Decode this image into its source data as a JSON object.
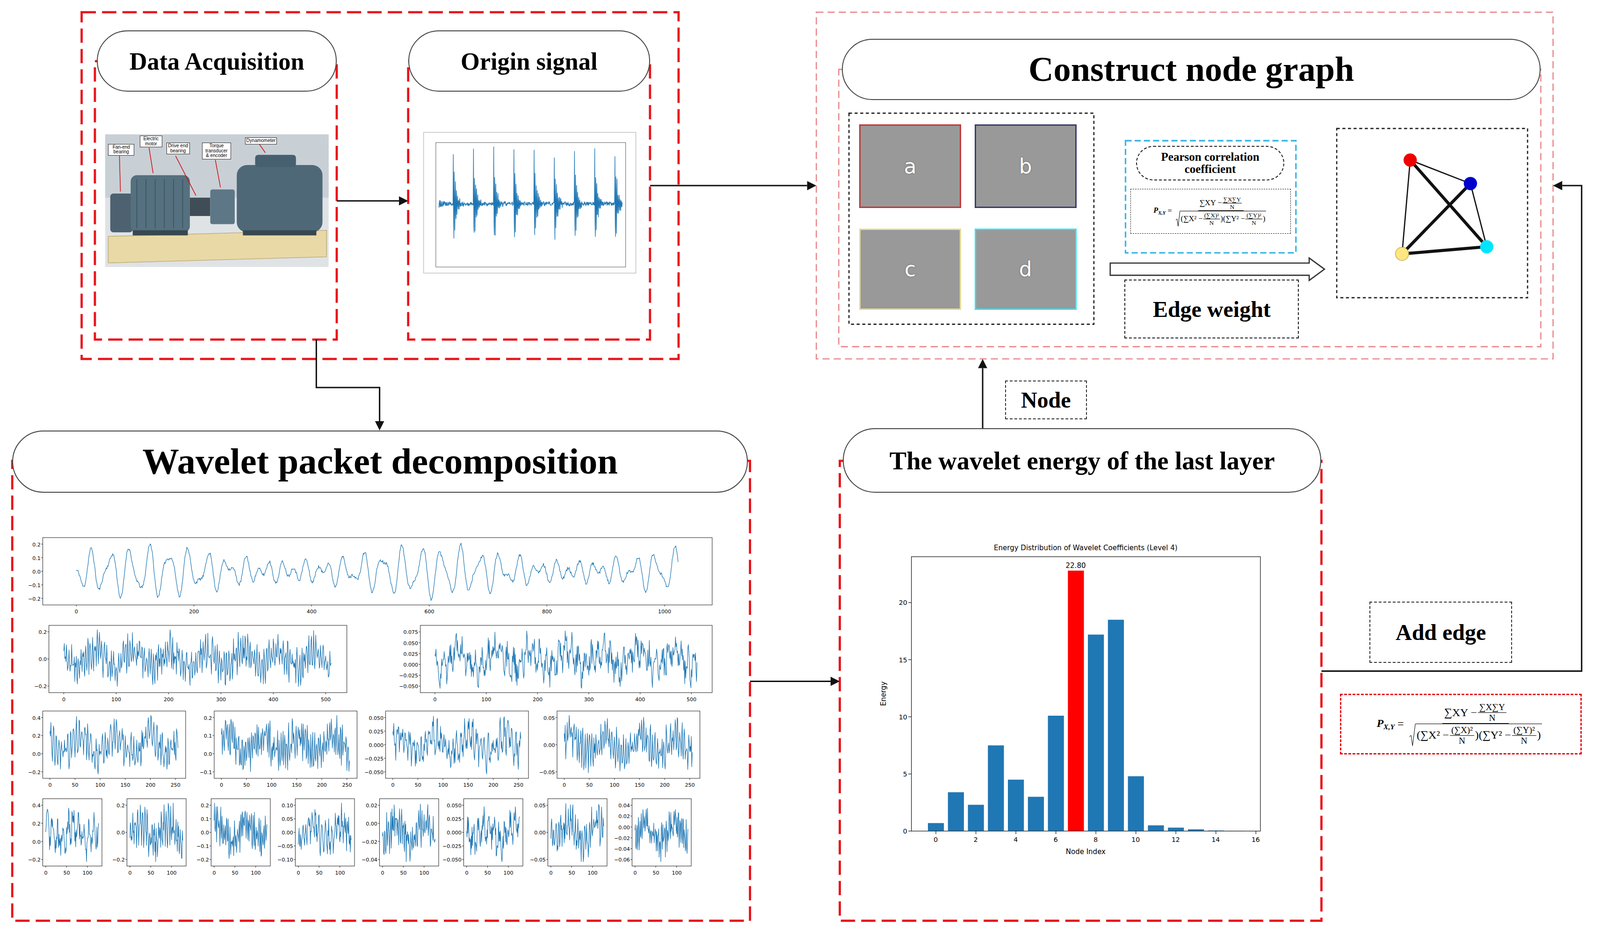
{
  "diagram": {
    "nodes": [
      {
        "text": [
          "Data Acquisition"
        ]
      },
      {
        "text": [
          "Origin signal"
        ]
      },
      {
        "text": [
          "Construct node graph"
        ]
      },
      {
        "text": [
          "a"
        ],
        "in": 2
      },
      {
        "text": [
          "b"
        ],
        "in": 2
      },
      {
        "text": [
          "c"
        ],
        "in": 2
      },
      {
        "text": [
          "d"
        ],
        "in": 2
      },
      {
        "text": [
          "Pearson correlation coefficient"
        ],
        "in": 2
      },
      {
        "text": [
          "P",
          "X,Y",
          "=",
          "∑XY −",
          "∑X∑Y",
          "N",
          "(∑X² −",
          "(∑X)²",
          "N",
          ")(∑Y² −",
          "(∑Y)²",
          "N",
          ")"
        ],
        "in": 2
      },
      {
        "text": [
          "Edge weight"
        ],
        "in": 2
      },
      {
        "text": [
          "Wavelet packet decomposition"
        ]
      },
      {
        "text": [
          "The wavelet energy of the last layer"
        ]
      },
      {
        "text": [
          "P",
          "X,Y",
          "=",
          "∑XY −",
          "∑X∑Y",
          "N",
          "(∑X² −",
          "(∑X)²",
          "N",
          ")(∑Y² −",
          "(∑Y)²",
          "N",
          ")"
        ]
      }
    ],
    "edges": [
      {
        "from": 0,
        "to": 1,
        "arrow": "to"
      },
      {
        "from": 1,
        "to": 2,
        "arrow": "to"
      },
      {
        "from": 0,
        "to": 10,
        "arrow": "to"
      },
      {
        "from": 10,
        "to": 11,
        "arrow": "to"
      },
      {
        "from": 11,
        "to": 2,
        "label": "Node",
        "arrow": "to"
      },
      {
        "from": 11,
        "to": 2,
        "label": "Add edge",
        "arrow": "to"
      }
    ],
    "labels": [
      "Fan-end bearing",
      "Electric motor",
      "Drive end bearing",
      "Torque transducer & encoder",
      "Dynamometer",
      "Energy Distribution of Wavelet Coefficients (Level 4)",
      "22.80",
      "Energy",
      "Node Index",
      "0",
      "5",
      "10",
      "15",
      "20",
      "0",
      "2",
      "4",
      "6",
      "8",
      "10",
      "12",
      "14",
      "16",
      "0.2",
      "0.1",
      "0.0",
      "−0.1",
      "−0.2",
      "0",
      "200",
      "400",
      "600",
      "800",
      "1000",
      "0.2",
      "0.0",
      "−0.2",
      "0",
      "100",
      "200",
      "300",
      "400",
      "500",
      "0.075",
      "0.050",
      "0.025",
      "0.000",
      "−0.025",
      "−0.050",
      "0",
      "100",
      "200",
      "300",
      "400",
      "500",
      "0.4",
      "0.2",
      "0.0",
      "−0.2",
      "0",
      "50",
      "100",
      "150",
      "200",
      "250",
      "0.2",
      "0.1",
      "0.0",
      "−0.1",
      "0",
      "50",
      "100",
      "150",
      "200",
      "250",
      "0.050",
      "0.025",
      "0.000",
      "−0.025",
      "−0.050",
      "0",
      "50",
      "100",
      "150",
      "200",
      "250",
      "0.05",
      "0.00",
      "−0.05",
      "0",
      "50",
      "100",
      "150",
      "200",
      "250",
      "0.4",
      "0.2",
      "0.0",
      "−0.2",
      "0",
      "50",
      "100",
      "0.2",
      "0.0",
      "−0.2",
      "0",
      "50",
      "100",
      "0.2",
      "0.1",
      "0.0",
      "−0.1",
      "−0.2",
      "0",
      "50",
      "100",
      "0.10",
      "0.05",
      "0.00",
      "−0.05",
      "−0.10",
      "0",
      "50",
      "100",
      "0.02",
      "0.00",
      "−0.02",
      "−0.04",
      "0",
      "50",
      "100",
      "0.050",
      "0.025",
      "0.000",
      "−0.025",
      "−0.050",
      "0",
      "50",
      "100",
      "0.05",
      "0.00",
      "−0.05",
      "0",
      "50",
      "100",
      "0.04",
      "0.02",
      "0.00",
      "−0.02",
      "−0.04",
      "−0.06",
      "0",
      "50",
      "100"
    ]
  }
}
